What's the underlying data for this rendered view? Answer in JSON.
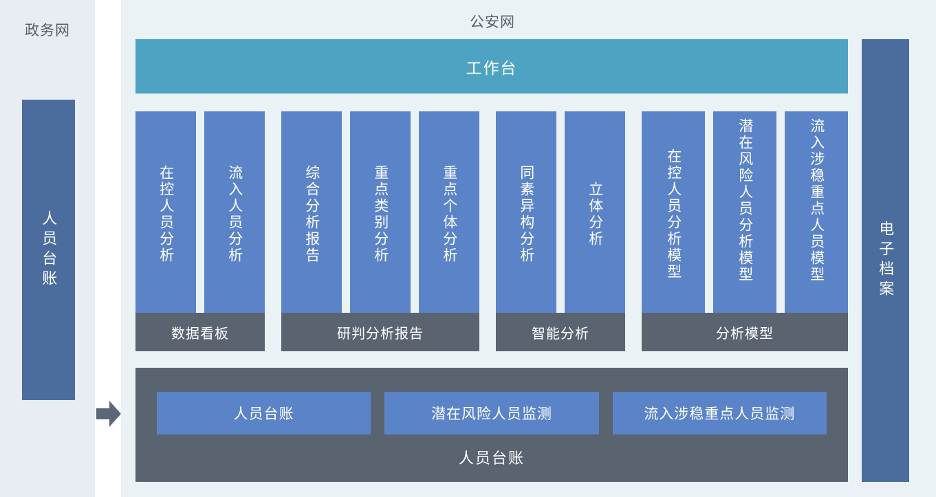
{
  "left_zone": {
    "title": "政务网",
    "card_label": "人员台账"
  },
  "flow": {
    "arrow_icon": "arrow-right-icon"
  },
  "right_zone": {
    "title": "公安网",
    "workbench_label": "工作台",
    "groups": [
      {
        "footer_label": "数据看板",
        "cards": [
          {
            "label": "在控人员分析"
          },
          {
            "label": "流入人员分析"
          }
        ]
      },
      {
        "footer_label": "研判分析报告",
        "cards": [
          {
            "label": "综合分析报告"
          },
          {
            "label": "重点类别分析"
          },
          {
            "label": "重点个体分析"
          }
        ]
      },
      {
        "footer_label": "智能分析",
        "cards": [
          {
            "label": "同素异构分析"
          },
          {
            "label": "立体分析"
          }
        ]
      },
      {
        "footer_label": "分析模型",
        "cards": [
          {
            "label": "在控人员分析模型"
          },
          {
            "label": "潜在风险人员分析模型"
          },
          {
            "label": "流入涉稳重点人员模型"
          }
        ]
      }
    ],
    "ledger": {
      "caption": "人员台账",
      "buttons": [
        {
          "label": "人员台账"
        },
        {
          "label": "潜在风险人员监测"
        },
        {
          "label": "流入涉稳重点人员监测"
        }
      ]
    },
    "archive_label": "电子档案"
  },
  "colors": {
    "gov_background": "#e8ecf3",
    "police_background": "#eaf2f5",
    "dark_blue_card": "#4a6d9e",
    "blue_card": "#5b84c8",
    "teal_bar": "#4fa3c2",
    "gray_bar": "#5a6471",
    "title_text": "#5a5f68",
    "arrow": "#5c6876"
  }
}
